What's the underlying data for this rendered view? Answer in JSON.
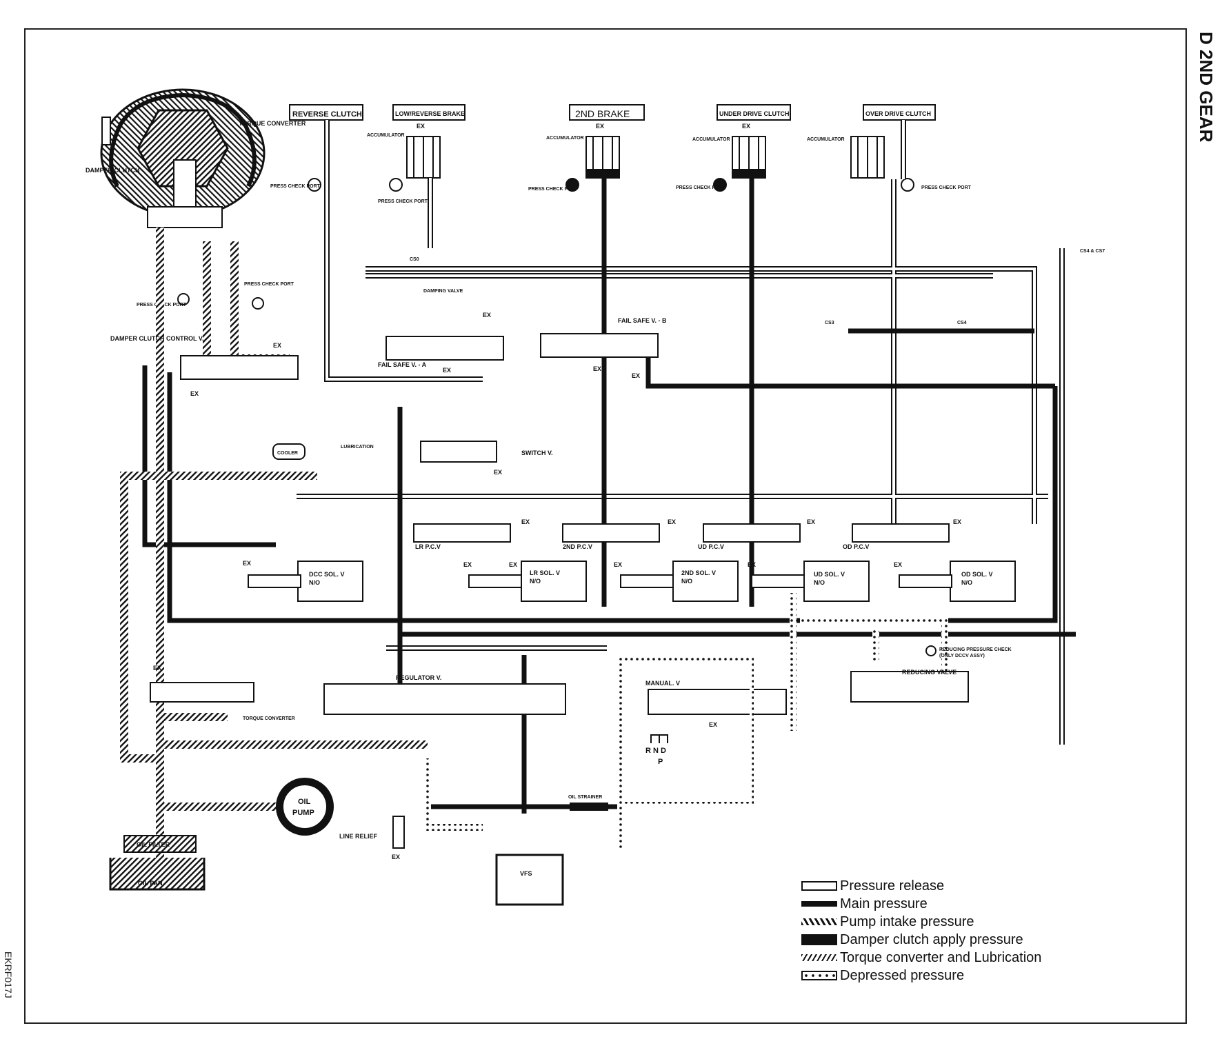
{
  "title": "D 2ND GEAR",
  "figure_code": "EKRF017J",
  "clutch_labels": {
    "reverse_clutch": "REVERSE CLUTCH",
    "low_reverse_brake": "LOW/REVERSE BRAKE",
    "second_brake": "2ND BRAKE",
    "under_drive_clutch": "UNDER DRIVE CLUTCH",
    "over_drive_clutch": "OVER DRIVE CLUTCH"
  },
  "labels": {
    "torque_converter": "TORQUE CONVERTER",
    "damper_clutch": "DAMPER CLUTCH",
    "press_check_port": "PRESS CHECK PORT",
    "accumulator": "ACCUMULATOR",
    "ex": "EX",
    "damper_clutch_control_v": "DAMPER CLUTCH CONTROL V.",
    "fail_safe_v_a": "FAIL SAFE V. - A",
    "fail_safe_v_b": "FAIL SAFE V. - B",
    "switch_v": "SWITCH V.",
    "cooler": "COOLER",
    "lubrication": "LUBRICATION",
    "damping_valve": "DAMPING VALVE",
    "cs0": "CS0",
    "cs3": "CS3",
    "cs4": "CS4",
    "cs4_cs7": "CS4 & CS7",
    "lr_pcv": "LR P.C.V",
    "second_pcv": "2ND P.C.V",
    "ud_pcv": "UD P.C.V",
    "od_pcv": "OD P.C.V",
    "dcc_sol_v": "DCC SOL. V",
    "lr_sol_v": "LR SOL. V",
    "second_sol_v": "2ND SOL. V",
    "ud_sol_v": "UD SOL. V",
    "od_sol_v": "OD SOL. V",
    "no": "N/O",
    "regulator_v": "REGULATOR V.",
    "torque_converter_v": "TORQUE CONVERTER",
    "manual_v": "MANUAL. V",
    "rnd": "R N D",
    "p": "P",
    "reducing_pressure_check": "REDUCING PRESSURE CHECK",
    "only_dccv_assy": "(ONLY DCCV ASSY)",
    "reducing_valve": "REDUCING VALVE",
    "oil_pump_1": "OIL",
    "oil_pump_2": "PUMP",
    "oil_strainer": "OIL STRAINER",
    "line_relief": "LINE RELIEF",
    "vfs": "VFS",
    "oil_filter": "OIL FILTER",
    "oil_pan": "OIL PAN"
  },
  "legend": [
    {
      "key": "release",
      "label": "Pressure release"
    },
    {
      "key": "main",
      "label": "Main pressure"
    },
    {
      "key": "intake",
      "label": "Pump intake pressure"
    },
    {
      "key": "damper",
      "label": "Damper clutch apply pressure"
    },
    {
      "key": "tc",
      "label": "Torque converter and Lubrication"
    },
    {
      "key": "dep",
      "label": "Depressed pressure"
    }
  ]
}
